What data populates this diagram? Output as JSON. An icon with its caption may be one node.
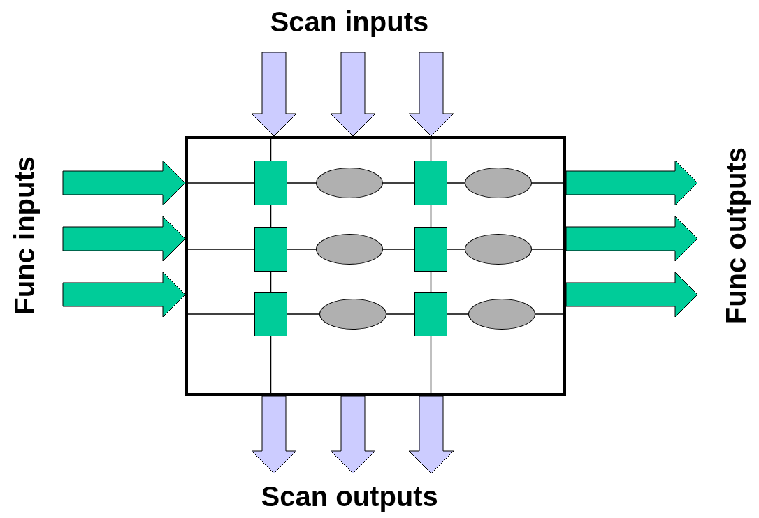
{
  "diagram": {
    "nodes": [
      {
        "text": [],
        "shape": "box"
      },
      {
        "text": [],
        "shape": "box",
        "in": 0
      },
      {
        "text": [],
        "shape": "ellipse",
        "in": 0
      },
      {
        "text": [],
        "shape": "box",
        "in": 0
      },
      {
        "text": [],
        "shape": "ellipse",
        "in": 0
      },
      {
        "text": [],
        "shape": "box",
        "in": 0
      },
      {
        "text": [],
        "shape": "ellipse",
        "in": 0
      },
      {
        "text": [],
        "shape": "box",
        "in": 0
      },
      {
        "text": [],
        "shape": "ellipse",
        "in": 0
      },
      {
        "text": [],
        "shape": "box",
        "in": 0
      },
      {
        "text": [],
        "shape": "ellipse",
        "in": 0
      },
      {
        "text": [],
        "shape": "box",
        "in": 0
      },
      {
        "text": [],
        "shape": "ellipse",
        "in": 0
      }
    ],
    "edges": [
      {
        "from": null,
        "to": 0,
        "arrow": "to",
        "style": "thick",
        "color": "#ccccff"
      },
      {
        "from": null,
        "to": 0,
        "arrow": "to",
        "style": "thick",
        "color": "#ccccff"
      },
      {
        "from": null,
        "to": 0,
        "arrow": "to",
        "style": "thick",
        "color": "#ccccff"
      },
      {
        "from": null,
        "to": 0,
        "arrow": "to",
        "style": "thick",
        "color": "#00cc99"
      },
      {
        "from": null,
        "to": 0,
        "arrow": "to",
        "style": "thick",
        "color": "#00cc99"
      },
      {
        "from": null,
        "to": 0,
        "arrow": "to",
        "style": "thick",
        "color": "#00cc99"
      },
      {
        "from": 0,
        "to": 1,
        "arrow": "none"
      },
      {
        "from": 1,
        "to": 2,
        "arrow": "none"
      },
      {
        "from": 2,
        "to": 3,
        "arrow": "none"
      },
      {
        "from": 3,
        "to": 4,
        "arrow": "none"
      },
      {
        "from": 4,
        "to": 0,
        "arrow": "none"
      },
      {
        "from": 0,
        "to": 5,
        "arrow": "none"
      },
      {
        "from": 5,
        "to": 6,
        "arrow": "none"
      },
      {
        "from": 6,
        "to": 7,
        "arrow": "none"
      },
      {
        "from": 7,
        "to": 8,
        "arrow": "none"
      },
      {
        "from": 8,
        "to": 0,
        "arrow": "none"
      },
      {
        "from": 0,
        "to": 9,
        "arrow": "none"
      },
      {
        "from": 9,
        "to": 10,
        "arrow": "none"
      },
      {
        "from": 10,
        "to": 11,
        "arrow": "none"
      },
      {
        "from": 11,
        "to": 12,
        "arrow": "none"
      },
      {
        "from": 12,
        "to": 0,
        "arrow": "none"
      },
      {
        "from": 0,
        "to": 1,
        "arrow": "none"
      },
      {
        "from": 1,
        "to": 5,
        "arrow": "none"
      },
      {
        "from": 5,
        "to": 9,
        "arrow": "none"
      },
      {
        "from": 9,
        "to": 0,
        "arrow": "none"
      },
      {
        "from": 0,
        "to": 3,
        "arrow": "none"
      },
      {
        "from": 3,
        "to": 7,
        "arrow": "none"
      },
      {
        "from": 7,
        "to": 11,
        "arrow": "none"
      },
      {
        "from": 11,
        "to": 0,
        "arrow": "none"
      },
      {
        "from": 0,
        "to": null,
        "arrow": "to",
        "style": "thick",
        "color": "#00cc99"
      },
      {
        "from": 0,
        "to": null,
        "arrow": "to",
        "style": "thick",
        "color": "#00cc99"
      },
      {
        "from": 0,
        "to": null,
        "arrow": "to",
        "style": "thick",
        "color": "#00cc99"
      },
      {
        "from": 0,
        "to": null,
        "arrow": "to",
        "style": "thick",
        "color": "#ccccff"
      },
      {
        "from": 0,
        "to": null,
        "arrow": "to",
        "style": "thick",
        "color": "#ccccff"
      },
      {
        "from": 0,
        "to": null,
        "arrow": "to",
        "style": "thick",
        "color": "#ccccff"
      }
    ],
    "labels": [
      "Scan inputs",
      "Func inputs",
      "Func outputs",
      "Scan outputs"
    ]
  }
}
